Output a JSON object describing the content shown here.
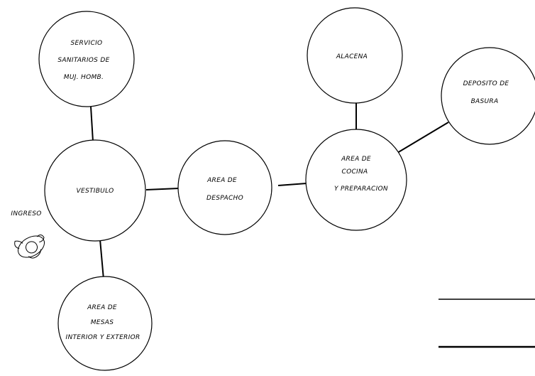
{
  "diagram": {
    "nodes": {
      "servicio": {
        "lines": [
          "SERVICIO",
          "SANITARIOS DE",
          "MUJ. HOMB."
        ]
      },
      "alacena": {
        "lines": [
          "ALACENA"
        ]
      },
      "deposito": {
        "lines": [
          "DEPOSITO DE",
          "BASURA"
        ]
      },
      "vestibulo": {
        "lines": [
          "VESTIBULO"
        ]
      },
      "despacho": {
        "lines": [
          "AREA DE",
          "DESPACHO"
        ]
      },
      "cocina": {
        "lines": [
          "AREA DE",
          "COCINA",
          "Y PREPARACION"
        ]
      },
      "mesas": {
        "lines": [
          "AREA DE",
          "MESAS",
          "INTERIOR Y EXTERIOR"
        ]
      }
    },
    "ingreso_label": "INGRESO",
    "ingreso_icon": "person-topview-icon"
  }
}
